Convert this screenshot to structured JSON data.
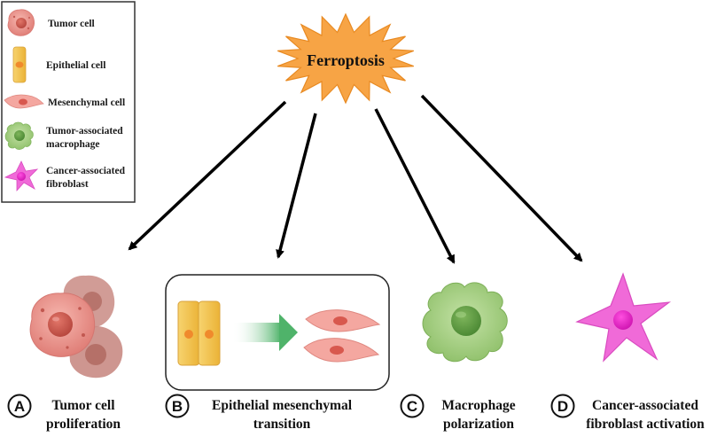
{
  "center": {
    "label": "Ferroptosis"
  },
  "legend": {
    "items": [
      {
        "label_lines": [
          "Tumor cell"
        ],
        "icon": "tumor-cell-icon"
      },
      {
        "label_lines": [
          "Epithelial cell"
        ],
        "icon": "epithelial-cell-icon"
      },
      {
        "label_lines": [
          "Mesenchymal cell"
        ],
        "icon": "mesenchymal-cell-icon"
      },
      {
        "label_lines": [
          "Tumor-associated",
          "macrophage"
        ],
        "icon": "macrophage-icon"
      },
      {
        "label_lines": [
          "Cancer-associated",
          "fibroblast"
        ],
        "icon": "fibroblast-icon"
      }
    ]
  },
  "panels": [
    {
      "letter": "A",
      "label_lines": [
        "Tumor cell",
        "proliferation"
      ]
    },
    {
      "letter": "B",
      "label_lines": [
        "Epithelial mesenchymal",
        "transition"
      ]
    },
    {
      "letter": "C",
      "label_lines": [
        "Macrophage",
        "polarization"
      ]
    },
    {
      "letter": "D",
      "label_lines": [
        "Cancer-associated",
        "fibroblast activation"
      ]
    }
  ],
  "colors": {
    "tumor": "#e8918c",
    "epithelial": "#f2c14e",
    "nucleus_orange": "#f08a2c",
    "mesenchymal": "#f4a7a0",
    "macrophage": "#9cc97a",
    "fibroblast": "#f06ad8",
    "ferroptosis": "#f7a445",
    "arrow_green": "#4fb36a"
  }
}
